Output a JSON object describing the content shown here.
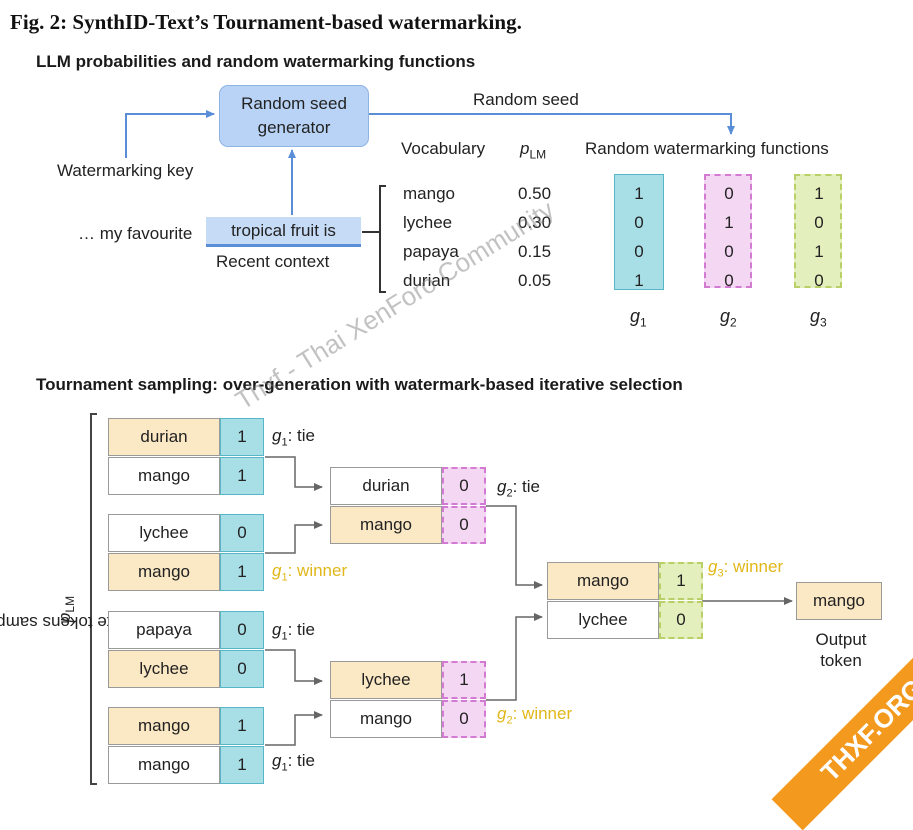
{
  "figure": {
    "title": "Fig. 2: SynthID-Text’s Tournament-based watermarking.",
    "section1_title": "LLM probabilities and random watermarking functions",
    "section2_title": "Tournament sampling: over-generation with watermark-based iterative selection"
  },
  "top": {
    "seed_generator_line1": "Random seed",
    "seed_generator_line2": "generator",
    "random_seed_label": "Random seed",
    "watermarking_key": "Watermarking key",
    "prefix_text": "… my favourite",
    "context_text": "tropical fruit is",
    "recent_context_label": "Recent context",
    "vocabulary_header": "Vocabulary",
    "p_header": "p",
    "p_sub": "LM",
    "functions_header": "Random watermarking functions",
    "vocab": [
      {
        "token": "mango",
        "p": "0.50",
        "g1": "1",
        "g2": "0",
        "g3": "1"
      },
      {
        "token": "lychee",
        "p": "0.30",
        "g1": "0",
        "g2": "1",
        "g3": "0"
      },
      {
        "token": "papaya",
        "p": "0.15",
        "g1": "0",
        "g2": "0",
        "g3": "1"
      },
      {
        "token": "durian",
        "p": "0.05",
        "g1": "1",
        "g2": "0",
        "g3": "0"
      }
    ],
    "g_labels": [
      {
        "g": "g",
        "sub": "1"
      },
      {
        "g": "g",
        "sub": "2"
      },
      {
        "g": "g",
        "sub": "3"
      }
    ],
    "colors": {
      "g1": "#a8dfe7",
      "g2": "#f4d7f3",
      "g3": "#e4efbe",
      "seed": "#b8d3f5",
      "winner": "#e1b71a"
    }
  },
  "tournament": {
    "side_label_main": "Candidate tokens sampled from ",
    "side_label_p": "p",
    "side_label_sub": "LM",
    "round1": [
      {
        "token": "durian",
        "score": "1",
        "highlight": true
      },
      {
        "token": "mango",
        "score": "1",
        "highlight": false
      },
      {
        "token": "lychee",
        "score": "0",
        "highlight": false
      },
      {
        "token": "mango",
        "score": "1",
        "highlight": true
      },
      {
        "token": "papaya",
        "score": "0",
        "highlight": false
      },
      {
        "token": "lychee",
        "score": "0",
        "highlight": true
      },
      {
        "token": "mango",
        "score": "1",
        "highlight": true
      },
      {
        "token": "mango",
        "score": "1",
        "highlight": false
      }
    ],
    "round1_annotations": [
      {
        "g": "g",
        "sub": "1",
        "text": ": tie",
        "winner": false
      },
      {
        "g": "g",
        "sub": "1",
        "text": ": winner",
        "winner": true
      },
      {
        "g": "g",
        "sub": "1",
        "text": ": tie",
        "winner": false
      },
      {
        "g": "g",
        "sub": "1",
        "text": ": tie",
        "winner": false
      }
    ],
    "round2": [
      {
        "token": "durian",
        "score": "0",
        "highlight": false
      },
      {
        "token": "mango",
        "score": "0",
        "highlight": true
      },
      {
        "token": "lychee",
        "score": "1",
        "highlight": true
      },
      {
        "token": "mango",
        "score": "0",
        "highlight": false
      }
    ],
    "round2_annotations": [
      {
        "g": "g",
        "sub": "2",
        "text": ": tie",
        "winner": false
      },
      {
        "g": "g",
        "sub": "2",
        "text": ": winner",
        "winner": true
      }
    ],
    "round3": [
      {
        "token": "mango",
        "score": "1",
        "highlight": true
      },
      {
        "token": "lychee",
        "score": "0",
        "highlight": false
      }
    ],
    "round3_annotation": {
      "g": "g",
      "sub": "3",
      "text": ": winner",
      "winner": true
    },
    "output_token": "mango",
    "output_label_line1": "Output",
    "output_label_line2": "token"
  },
  "overlay": {
    "watermark_text": "Thxf - Thai XenForo Community",
    "badge_text": "THXF.ORG"
  }
}
